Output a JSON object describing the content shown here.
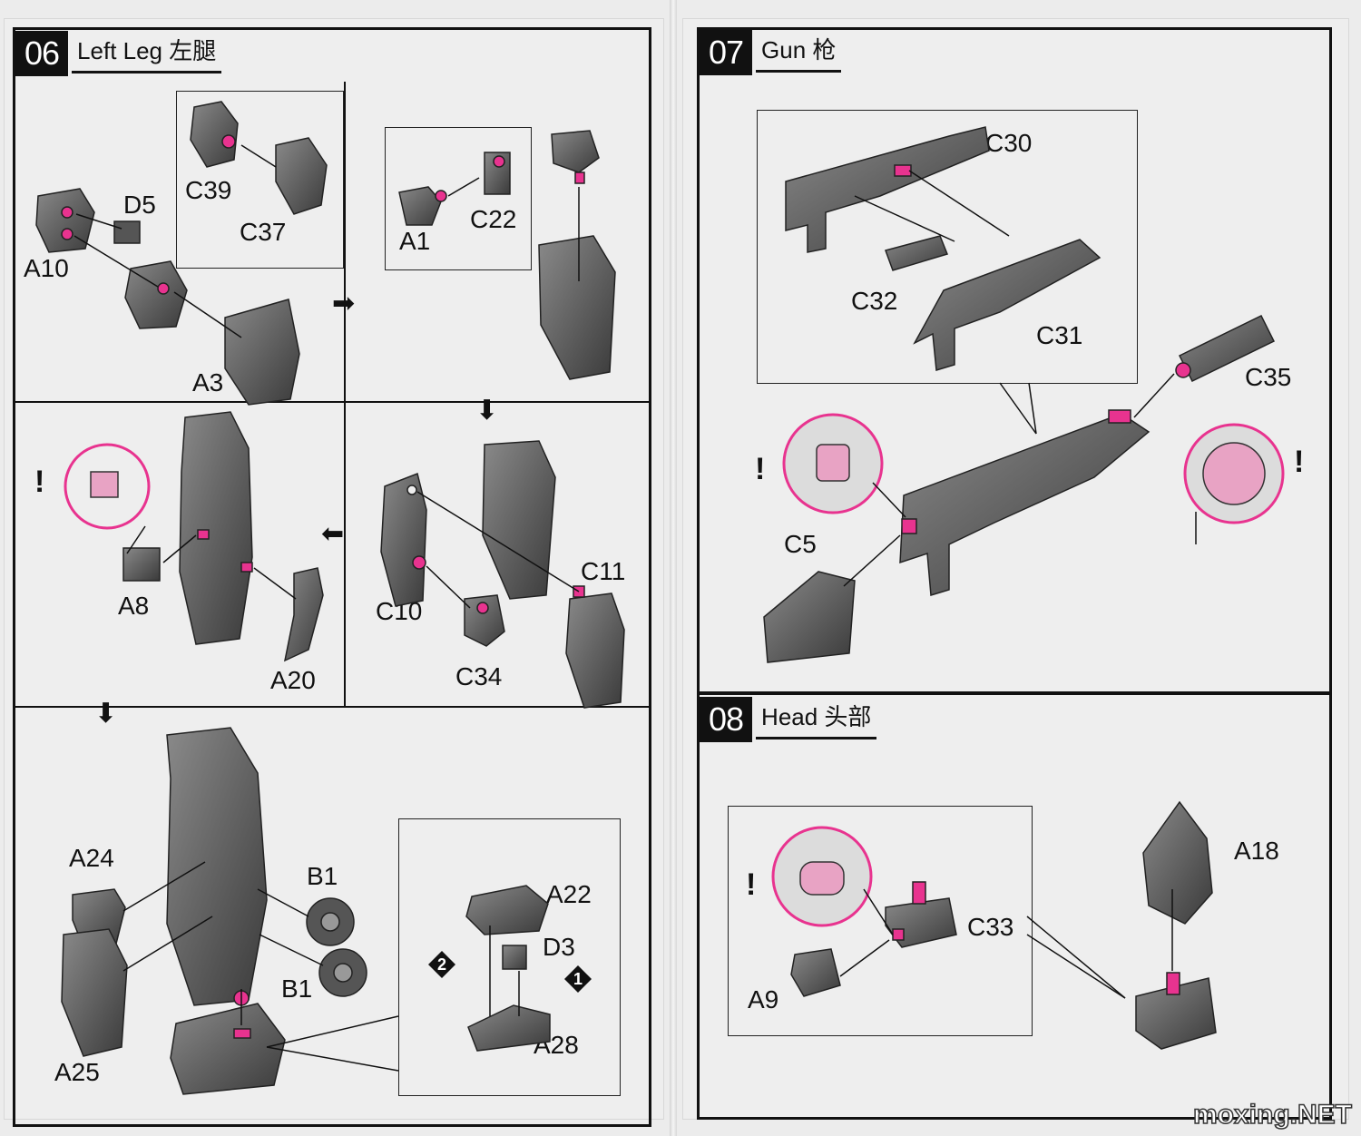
{
  "colors": {
    "accent": "#e8338f",
    "part": "#4a4a4a",
    "frame": "#111111",
    "paper": "#eeeeee"
  },
  "steps": [
    {
      "num": "06",
      "title": "Left Leg 左腿"
    },
    {
      "num": "07",
      "title": "Gun 枪"
    },
    {
      "num": "08",
      "title": "Head 头部"
    }
  ],
  "labels": {
    "c39": "C39",
    "d5": "D5",
    "c37": "C37",
    "a10": "A10",
    "a3": "A3",
    "a1": "A1",
    "c22": "C22",
    "a8": "A8",
    "a20": "A20",
    "c11": "C11",
    "c10": "C10",
    "c34": "C34",
    "a24": "A24",
    "a25": "A25",
    "b1_top": "B1",
    "b1_bottom": "B1",
    "a22": "A22",
    "d3": "D3",
    "a28": "A28",
    "order_2": "2",
    "order_1": "1",
    "c30": "C30",
    "c32": "C32",
    "c31": "C31",
    "c35": "C35",
    "c5": "C5",
    "a18": "A18",
    "c33": "C33",
    "a9": "A9",
    "excl": "!"
  },
  "arrow_glyphs": {
    "right": "➡",
    "down": "⬇",
    "left": "⬅"
  },
  "watermark": "moxing.NET"
}
